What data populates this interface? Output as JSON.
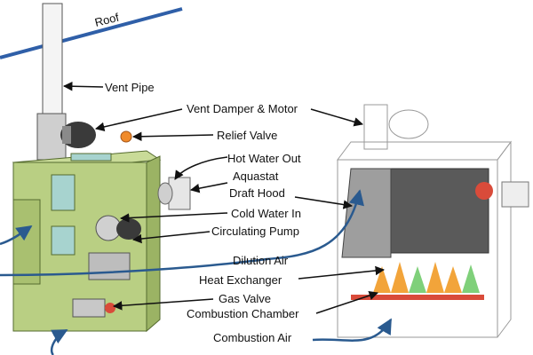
{
  "colors": {
    "roof": "#2f5fa8",
    "boiler_body": "#b9cf83",
    "boiler_shadow": "#8fa85a",
    "panel": "#a7d3cf",
    "flame": "#f2a43a",
    "flame_green": "#7fd07a",
    "burner_red": "#d94b3a",
    "airflow": "#2a5a8f",
    "pointer": "#111111"
  },
  "labels": {
    "roof": "Roof",
    "vent_pipe": "Vent Pipe",
    "vent_damper_motor": "Vent Damper & Motor",
    "relief_valve": "Relief Valve",
    "hot_water_out": "Hot Water Out",
    "aquastat": "Aquastat",
    "draft_hood": "Draft Hood",
    "cold_water_in": "Cold Water In",
    "circulating_pump": "Circulating Pump",
    "dilution_air": "Dilution Air",
    "heat_exchanger": "Heat Exchanger",
    "gas_valve": "Gas Valve",
    "combustion_chamber": "Combustion Chamber",
    "combustion_air": "Combustion Air"
  }
}
